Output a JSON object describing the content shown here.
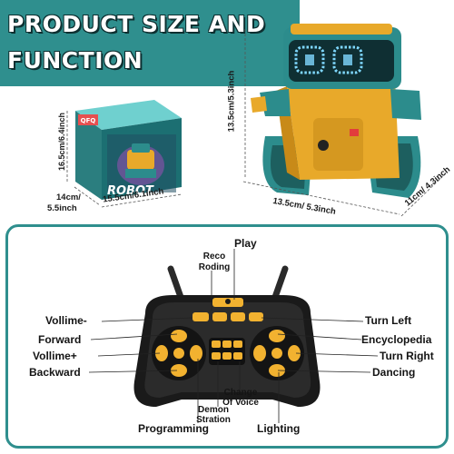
{
  "banner": {
    "line1": "PRODUCT SIZE AND",
    "line2": "FUNCTION",
    "color": "#2f8f8e"
  },
  "box": {
    "brand": "ROBOT",
    "badge": "QFQ",
    "height_label": "16.5cm/6.4inch",
    "depth_label_1": "14cm/",
    "depth_label_2": "5.5inch",
    "width_label": "15.5cm/6.1inch"
  },
  "robot": {
    "height_label": "13.5cm/5.3inch",
    "width_label": "13.5cm/ 5.3inch",
    "depth_label": "11cm/ 4.3inch",
    "color_body": "#e8a92a",
    "color_teal": "#2c8c8c",
    "eyes_color": "#7fd8ff"
  },
  "controller": {
    "labels": {
      "play": "Play",
      "record_1": "Reco",
      "record_2": "Roding",
      "volume_minus": "Vollime-",
      "forward": "Forward",
      "volume_plus": "Vollime+",
      "backward": "Backward",
      "programming": "Programming",
      "demo_1": "Demon",
      "demo_2": "Stration",
      "change_voice_1": "Change",
      "change_voice_2": "Of Voice",
      "lighting": "Lighting",
      "turn_left": "Turn Left",
      "encyclopedia": "Encyclopedia",
      "turn_right": "Turn Right",
      "dancing": "Dancing"
    },
    "color_shell": "#1a1a1a",
    "color_buttons": "#f2b230"
  }
}
